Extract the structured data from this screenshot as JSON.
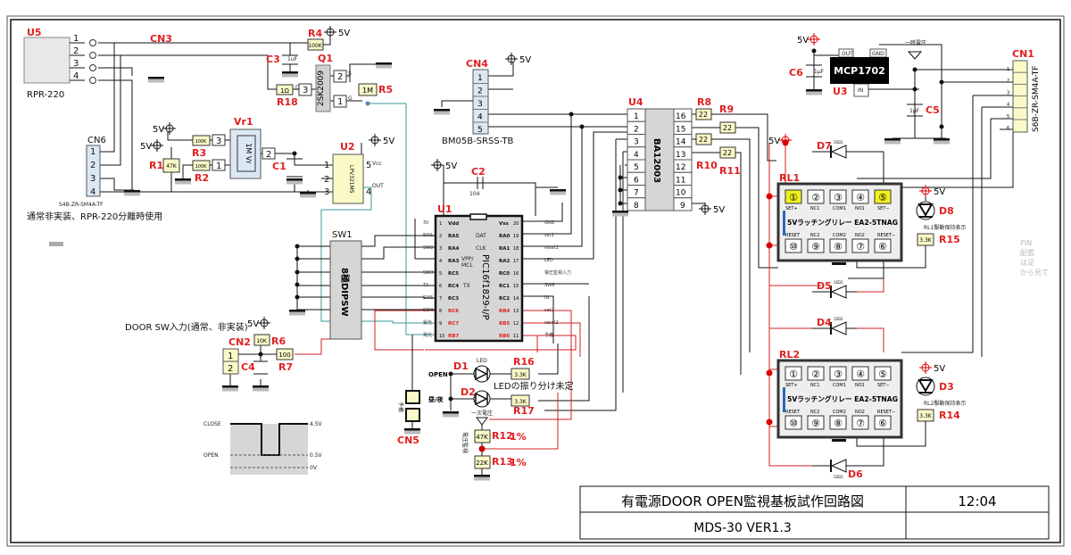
{
  "title_block": {
    "title": "有電源DOOR OPEN監視基板試作回路図",
    "version": "MDS-30 VER1.3",
    "time": "12:04"
  },
  "supply_label": "5V",
  "u5": {
    "ref": "U5",
    "part": "RPR-220",
    "pins": [
      "1",
      "2",
      "3",
      "4"
    ]
  },
  "cn3": {
    "ref": "CN3"
  },
  "r4": {
    "ref": "R4",
    "value": "100K"
  },
  "c3": {
    "ref": "C3",
    "value": "1uF"
  },
  "q1": {
    "ref": "Q1",
    "part": "2SK2009",
    "pins": {
      "p1": "1",
      "p2": "2",
      "p3": "3",
      "s": "S",
      "g": "G",
      "d": "D"
    }
  },
  "r5": {
    "ref": "R5",
    "value": "1M"
  },
  "r18": {
    "ref": "R18",
    "value": "1Ω"
  },
  "cn6": {
    "ref": "CN6",
    "part": "S4B-ZR-SM4A-TF",
    "pins": [
      "1",
      "2",
      "3",
      "4"
    ],
    "note": "通常非実装、RPR-220分離時使用"
  },
  "vr1": {
    "ref": "Vr1",
    "value": "1M Vr",
    "pins": {
      "p1": "1",
      "p2": "2",
      "p3": "3"
    }
  },
  "r1": {
    "ref": "R1",
    "value": "47K"
  },
  "r2": {
    "ref": "R2",
    "value": "100K"
  },
  "r3": {
    "ref": "R3",
    "value": "100K"
  },
  "c1": {
    "ref": "C1"
  },
  "u2": {
    "ref": "U2",
    "part": "LPV321M5",
    "pins": {
      "p1": "1",
      "p2": "2",
      "p3": "3",
      "p4": "4",
      "p5": "5"
    },
    "vcc": "Vcc",
    "out": "OUT"
  },
  "cn4": {
    "ref": "CN4",
    "part": "BM05B-SRSS-TB",
    "pins": [
      "1",
      "2",
      "3",
      "4",
      "5"
    ]
  },
  "c2": {
    "ref": "C2",
    "value": "104"
  },
  "u1": {
    "ref": "U1",
    "part": "PIC16f1829-I/P",
    "left_pins": [
      {
        "num": "1",
        "name": "Vdd",
        "net": "3V",
        "red": false
      },
      {
        "num": "2",
        "name": "RA5",
        "net": "SW1",
        "red": false
      },
      {
        "num": "3",
        "name": "RA4",
        "net": "SW2",
        "red": false
      },
      {
        "num": "4",
        "name": "RA3",
        "net": "",
        "red": false
      },
      {
        "num": "5",
        "name": "RC5",
        "net": "SW3",
        "red": false
      },
      {
        "num": "6",
        "name": "RC4",
        "net": "TX",
        "red": false
      },
      {
        "num": "7",
        "name": "RC3",
        "net": "SW5",
        "red": false
      },
      {
        "num": "8",
        "name": "RC6",
        "net": "SW4",
        "red": true
      },
      {
        "num": "9",
        "name": "RC7",
        "net": "受光",
        "red": true
      },
      {
        "num": "10",
        "name": "RB7",
        "net": "発光",
        "red": true
      }
    ],
    "right_pins": [
      {
        "num": "20",
        "name": "Vss",
        "net": "GND",
        "red": false
      },
      {
        "num": "19",
        "name": "RA0",
        "net": "set1",
        "red": false
      },
      {
        "num": "18",
        "name": "RA1",
        "net": "reset1",
        "red": false
      },
      {
        "num": "17",
        "name": "RA2",
        "net": "LED",
        "red": false
      },
      {
        "num": "16",
        "name": "RC0",
        "net": "電圧監視入力",
        "red": false
      },
      {
        "num": "15",
        "name": "RC1",
        "net": "SW6",
        "red": false
      },
      {
        "num": "14",
        "name": "RC2",
        "net": "IN",
        "red": false
      },
      {
        "num": "13",
        "name": "RB4",
        "net": "set2",
        "red": true
      },
      {
        "num": "12",
        "name": "RB5",
        "net": "reset2",
        "red": true
      },
      {
        "num": "11",
        "name": "RB6",
        "net": "予備",
        "red": true
      }
    ],
    "inner": {
      "vpp": "VPP/",
      "mcl": "MCL",
      "tx": "TX",
      "dat": "DAT",
      "clk": "CLK"
    }
  },
  "sw1": {
    "ref": "SW1",
    "part": "8極DIPSW"
  },
  "cn2": {
    "ref": "CN2",
    "pins": [
      "1",
      "2"
    ]
  },
  "door_sw_note": "DOOR SW入力(通常、非実装)",
  "r6": {
    "ref": "R6",
    "value": "10K"
  },
  "r7": {
    "ref": "R7",
    "value": "100"
  },
  "c4": {
    "ref": "C4"
  },
  "waveform": {
    "close": "CLOSE",
    "open": "OPEN",
    "v_high": "4.5V",
    "v_low": "0.5V",
    "v_zero": "0V"
  },
  "cn5": {
    "ref": "CN5",
    "note": "予備"
  },
  "d1": {
    "ref": "D1",
    "type": "LED",
    "label": "OPEN"
  },
  "d2": {
    "ref": "D2",
    "label": "昼/夜"
  },
  "led_note": "LEDの振り分け未定",
  "r16": {
    "ref": "R16",
    "value": "3.3K"
  },
  "r17": {
    "ref": "R17",
    "value": "3.3K"
  },
  "primary_voltage": "一次電圧",
  "voltage_monitor": "電圧監視",
  "r12": {
    "ref": "R12",
    "value": "47K",
    "tol": "1%"
  },
  "r13": {
    "ref": "R13",
    "value": "22K",
    "tol": "1%"
  },
  "u4": {
    "ref": "U4",
    "part": "BA12003",
    "left_pins": [
      "1",
      "2",
      "3",
      "4",
      "5",
      "6",
      "7",
      "8"
    ],
    "right_pins": [
      "16",
      "15",
      "14",
      "13",
      "12",
      "11",
      "10",
      "9"
    ]
  },
  "r8": {
    "ref": "R8",
    "value": "22"
  },
  "r9": {
    "ref": "R9",
    "value": "22"
  },
  "r10": {
    "ref": "R10",
    "value": "22"
  },
  "r11": {
    "ref": "R11",
    "value": "22"
  },
  "u3": {
    "ref": "U3",
    "part": "MCP1702",
    "out": "OUT",
    "gnd": "GND",
    "in": "IN"
  },
  "c5": {
    "ref": "C5",
    "value": "1μF"
  },
  "c6": {
    "ref": "C6",
    "value": "1μF"
  },
  "temp_voltage": "一時電圧",
  "cn1": {
    "ref": "CN1",
    "part": "S6B-ZR-SM4A-TF",
    "pins": [
      "1",
      "2",
      "3",
      "4",
      "5",
      "6"
    ]
  },
  "relay_part": "5Vラッチングリレー EA2-5TNAG",
  "relay_pins_top": [
    {
      "num": "①",
      "name": "SET+"
    },
    {
      "num": "②",
      "name": "NC1"
    },
    {
      "num": "③",
      "name": "COM1"
    },
    {
      "num": "④",
      "name": "NO1"
    },
    {
      "num": "⑤",
      "name": "SET−"
    }
  ],
  "relay_pins_bottom": [
    {
      "num": "⑩",
      "name": "RESET"
    },
    {
      "num": "⑨",
      "name": "NC2"
    },
    {
      "num": "⑧",
      "name": "COM2"
    },
    {
      "num": "⑦",
      "name": "NO2"
    },
    {
      "num": "⑥",
      "name": "RESET−"
    }
  ],
  "rl1": {
    "ref": "RL1"
  },
  "rl2": {
    "ref": "RL2"
  },
  "d8": {
    "ref": "D8",
    "note": "RL1駆動保持表示"
  },
  "d3": {
    "ref": "D3",
    "note": "RL2駆動保持表示"
  },
  "r15": {
    "ref": "R15",
    "value": "3.3K"
  },
  "r14": {
    "ref": "R14",
    "value": "3.3K"
  },
  "d4": {
    "ref": "D4",
    "part": "1SD1"
  },
  "d5": {
    "ref": "D5",
    "part": "1SD1"
  },
  "d6": {
    "ref": "D6",
    "part": "1SD1"
  },
  "d7": {
    "ref": "D7",
    "part": "1SD1"
  },
  "pin_note": "PIN配置は足から見て",
  "colors": {
    "ref": "#e02020",
    "resistor": "#fafac8",
    "connector_blue": "#dbe8f4",
    "highlight_yellow": "#f0f020",
    "ic_grey": "#d0d0d0",
    "wire_red": "#d02020",
    "wire_teal": "#3a9a9a"
  }
}
